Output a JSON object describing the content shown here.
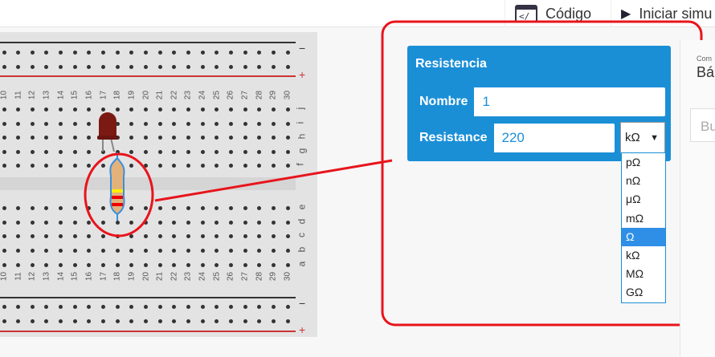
{
  "toolbar": {
    "code_label": "Código",
    "start_label": "Iniciar simu"
  },
  "breadboard": {
    "columns": [
      "10",
      "11",
      "12",
      "13",
      "14",
      "15",
      "16",
      "17",
      "18",
      "19",
      "20",
      "21",
      "22",
      "23",
      "24",
      "25",
      "26",
      "27",
      "28",
      "29",
      "30"
    ],
    "top_rows": [
      "j",
      "i",
      "h",
      "g",
      "f"
    ],
    "bottom_rows": [
      "e",
      "d",
      "c",
      "b",
      "a"
    ],
    "minus": "−",
    "plus": "+"
  },
  "inspector": {
    "title": "Resistencia",
    "name_label": "Nombre",
    "name_value": "1",
    "resistance_label": "Resistance",
    "resistance_value": "220",
    "unit_selected": "kΩ",
    "unit_options": [
      "pΩ",
      "nΩ",
      "μΩ",
      "mΩ",
      "Ω",
      "kΩ",
      "MΩ",
      "GΩ"
    ],
    "highlighted_option": "Ω"
  },
  "side": {
    "label_small": "Com",
    "label_big": "Bá",
    "search_placeholder": "Bu"
  },
  "colors": {
    "accent": "#1b8fd6",
    "callout": "#e8141c"
  }
}
